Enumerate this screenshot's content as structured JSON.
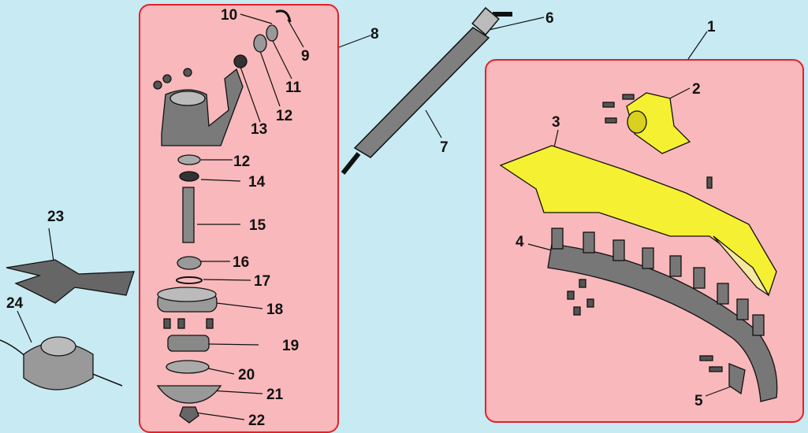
{
  "diagram": {
    "colors": {
      "background": "#c8eaf2",
      "group_fill": "#f9b8bb",
      "group_border": "#e3202a",
      "guard_yellow": "#f5f032",
      "part_gray": "#808080"
    },
    "labels": {
      "p1": "1",
      "p2": "2",
      "p3": "3",
      "p4": "4",
      "p5": "5",
      "p6": "6",
      "p7": "7",
      "p8": "8",
      "p9": "9",
      "p10": "10",
      "p11": "11",
      "p12a": "12",
      "p12b": "12",
      "p13": "13",
      "p14": "14",
      "p15": "15",
      "p16": "16",
      "p17": "17",
      "p18": "18",
      "p19": "19",
      "p20": "20",
      "p21": "21",
      "p22": "22",
      "p23": "23",
      "p24": "24"
    }
  }
}
